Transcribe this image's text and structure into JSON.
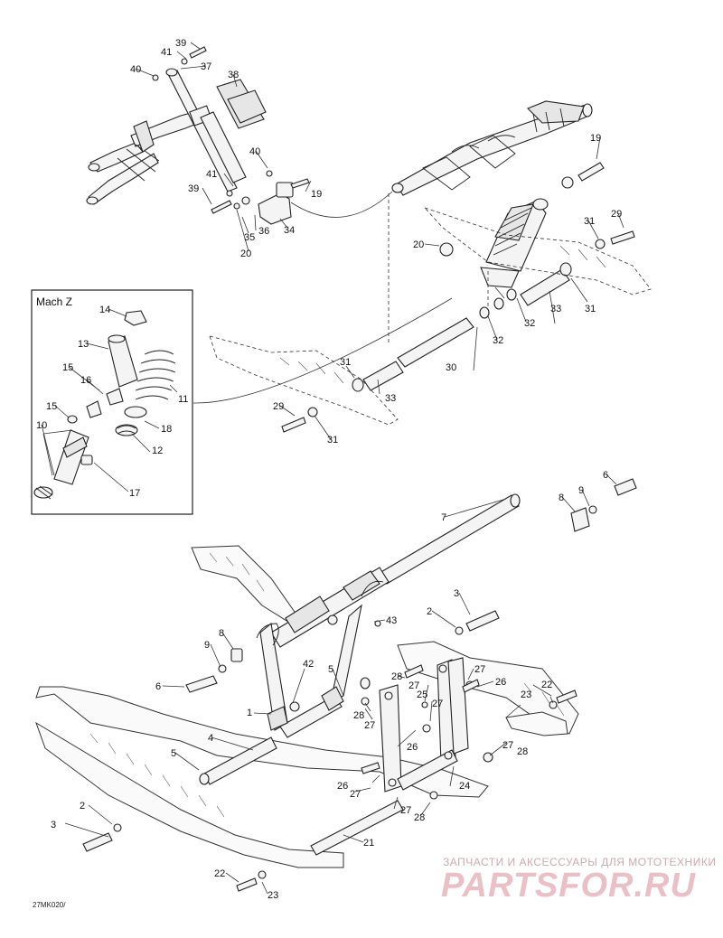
{
  "inset": {
    "title": "Mach Z"
  },
  "watermark": {
    "tagline": "ЗАПЧАСТИ И АКСЕССУАРЫ ДЛЯ МОТОТЕХНИКИ",
    "logo": "PARTSFOR.RU",
    "color": "#e8b9bf"
  },
  "drawing_code": "27MK020/",
  "callouts": [
    "39",
    "41",
    "37",
    "40",
    "38",
    "40",
    "41",
    "39",
    "19",
    "35",
    "36",
    "34",
    "20",
    "19",
    "20",
    "31",
    "29",
    "31",
    "32",
    "33",
    "32",
    "30",
    "31",
    "33",
    "29",
    "31",
    "14",
    "13",
    "15",
    "16",
    "11",
    "15",
    "18",
    "10",
    "12",
    "17",
    "7",
    "8",
    "9",
    "6",
    "2",
    "3",
    "43",
    "8",
    "9",
    "6",
    "42",
    "5",
    "1",
    "4",
    "5",
    "28",
    "27",
    "26",
    "25",
    "27",
    "22",
    "27",
    "28",
    "23",
    "27",
    "26",
    "27",
    "28",
    "26",
    "27",
    "24",
    "27",
    "28",
    "2",
    "3",
    "21",
    "22",
    "23"
  ]
}
